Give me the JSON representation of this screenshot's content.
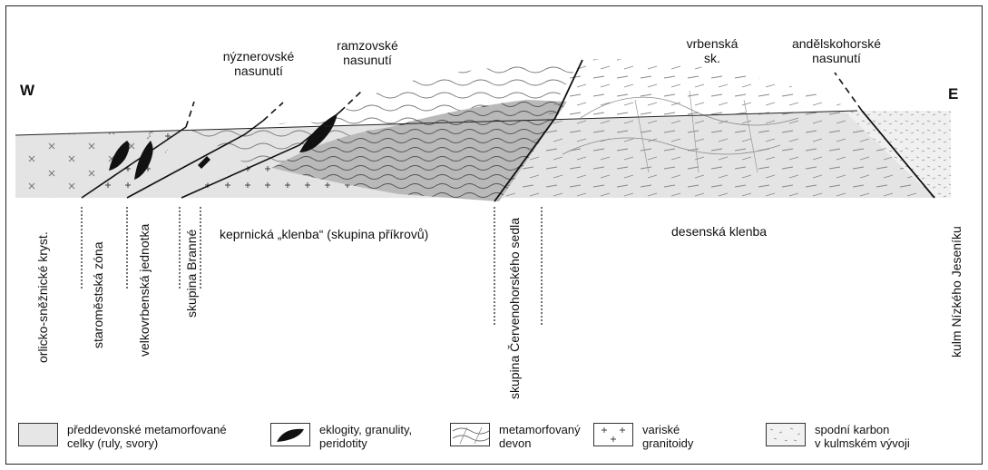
{
  "orientation": {
    "west": "W",
    "east": "E"
  },
  "thrusts": [
    {
      "line1": "nýznerovské",
      "line2": "nasunutí"
    },
    {
      "line1": "ramzovské",
      "line2": "nasunutí"
    },
    {
      "line1": "vrbenská",
      "line2": "sk."
    },
    {
      "line1": "andělskohorské",
      "line2": "nasunutí"
    }
  ],
  "units_horizontal": [
    {
      "text": "keprnická „klenba“ (skupina příkrovů)"
    },
    {
      "text": "desenská klenba"
    }
  ],
  "units_vertical": [
    {
      "text": "orlicko-sněžnické kryst."
    },
    {
      "text": "staroměstská zóna"
    },
    {
      "text": "velkovrbenská jednotka"
    },
    {
      "text": "skupina Branné"
    },
    {
      "text": "skupina Červenohorského sedla"
    },
    {
      "text": "kulm Nízkého Jeseníku"
    }
  ],
  "legend": [
    {
      "line1": "předdevonské metamorfované",
      "line2": "celky (ruly, svory)",
      "line3": "",
      "swatch": "light-gray",
      "color": "#e6e6e6"
    },
    {
      "line1": "eklogity, granulity,",
      "line2": "peridotity",
      "line3": "",
      "swatch": "black",
      "color": "#111111"
    },
    {
      "line1": "metamorfovaný",
      "line2": "devon",
      "line3": "",
      "swatch": "wavy-lines",
      "color": "#ffffff"
    },
    {
      "line1": "variské",
      "line2": "granitoidy",
      "line3": "",
      "swatch": "crosses",
      "color": "#ffffff"
    },
    {
      "line1": "spodní karbon",
      "line2": "v kulmském vývoji",
      "line3": "",
      "swatch": "stipple",
      "color": "#f2f2f2"
    }
  ]
}
